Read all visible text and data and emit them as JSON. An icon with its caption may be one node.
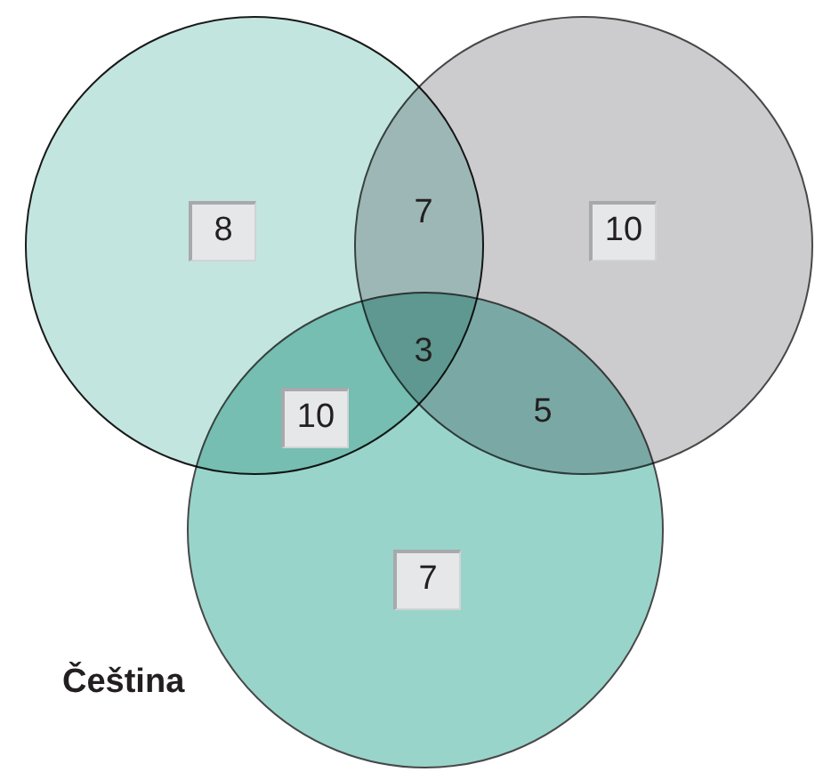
{
  "diagram": {
    "nodes": [
      {
        "text": [],
        "shape": "circle"
      },
      {
        "text": [],
        "shape": "circle"
      },
      {
        "text": [],
        "shape": "circle",
        "beside": [
          "Čeština"
        ]
      },
      {
        "text": [
          "8"
        ],
        "in": 0
      },
      {
        "text": [
          "10"
        ],
        "in": 1
      },
      {
        "text": [
          "7"
        ],
        "in": 2
      },
      {
        "text": [
          "10"
        ]
      }
    ],
    "edges": [],
    "labels": [
      "7",
      "3",
      "5"
    ]
  }
}
